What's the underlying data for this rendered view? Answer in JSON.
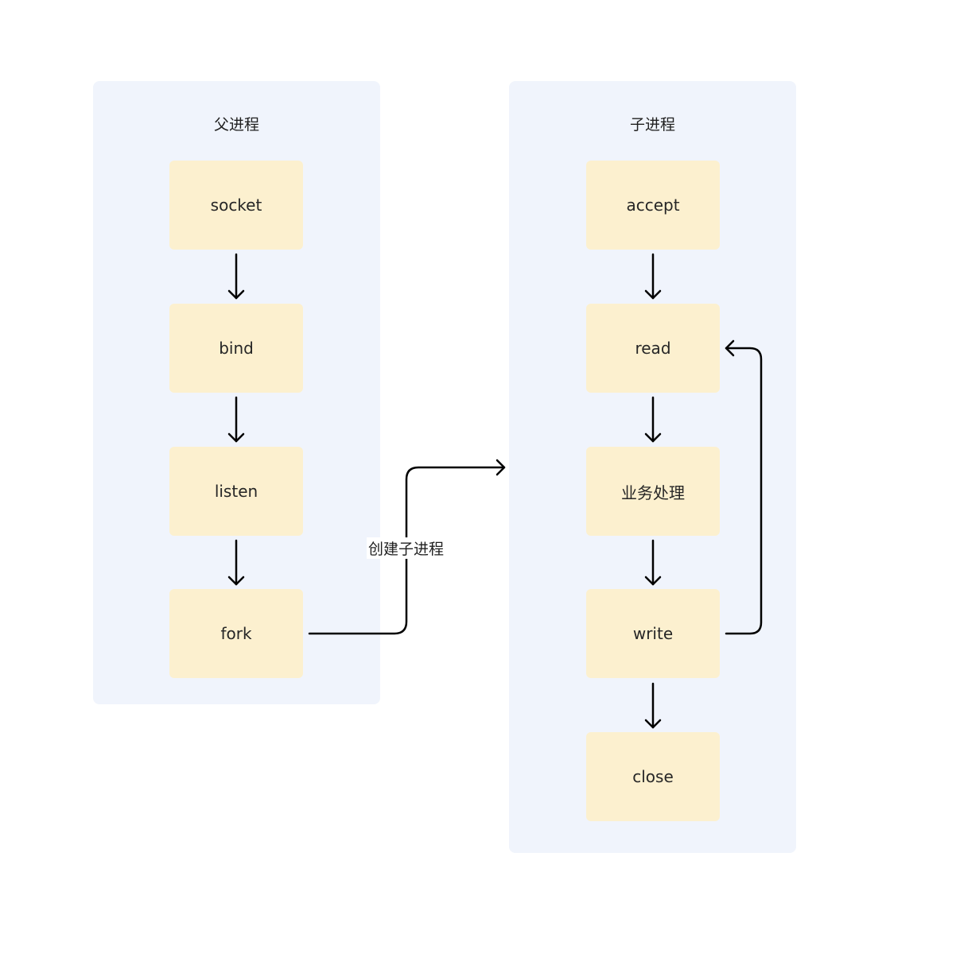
{
  "parent_process": {
    "title": "父进程",
    "steps": [
      "socket",
      "bind",
      "listen",
      "fork"
    ]
  },
  "child_process": {
    "title": "子进程",
    "steps": [
      "accept",
      "read",
      "业务处理",
      "write",
      "close"
    ]
  },
  "edges": {
    "fork_to_child_label": "创建子进程"
  },
  "colors": {
    "panel": "#f0f4fc",
    "node": "#fcf0cf",
    "arrow": "#000000"
  }
}
